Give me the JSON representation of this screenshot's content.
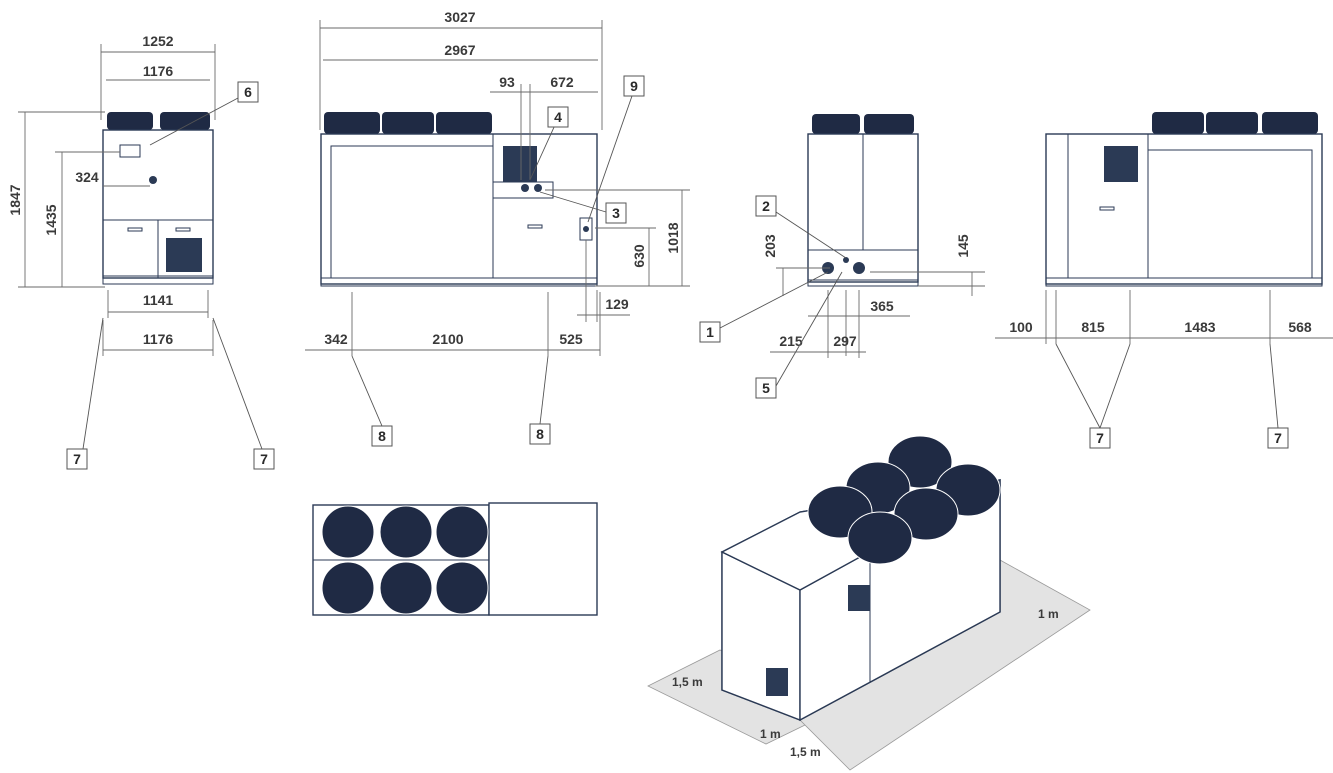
{
  "front_view": {
    "width_top": "1252",
    "width_frame": "1176",
    "height_total": "1847",
    "height_body": "1435",
    "offset_324": "324",
    "base_1141": "1141",
    "base_1176": "1176"
  },
  "side_view": {
    "length_total": "3027",
    "length_body": "2967",
    "d_93": "93",
    "d_672": "672",
    "h_1018": "1018",
    "h_630": "630",
    "d_129": "129",
    "foot_342": "342",
    "foot_2100": "2100",
    "foot_525": "525"
  },
  "back_view": {
    "h_203": "203",
    "h_145": "145",
    "d_365": "365",
    "d_215": "215",
    "d_297": "297"
  },
  "rear_side_view": {
    "d_100": "100",
    "d_815": "815",
    "d_1483": "1483",
    "d_568": "568"
  },
  "callouts": [
    "1",
    "2",
    "3",
    "4",
    "5",
    "6",
    "7",
    "8",
    "9"
  ],
  "clearances": {
    "c1": "1 m",
    "c2": "1,5 m",
    "c3": "1 m",
    "c4": "1,5 m"
  },
  "colors": {
    "unit_navy": "#1f2a44",
    "outline": "#2b3a55",
    "floor": "#e3e3e3"
  }
}
